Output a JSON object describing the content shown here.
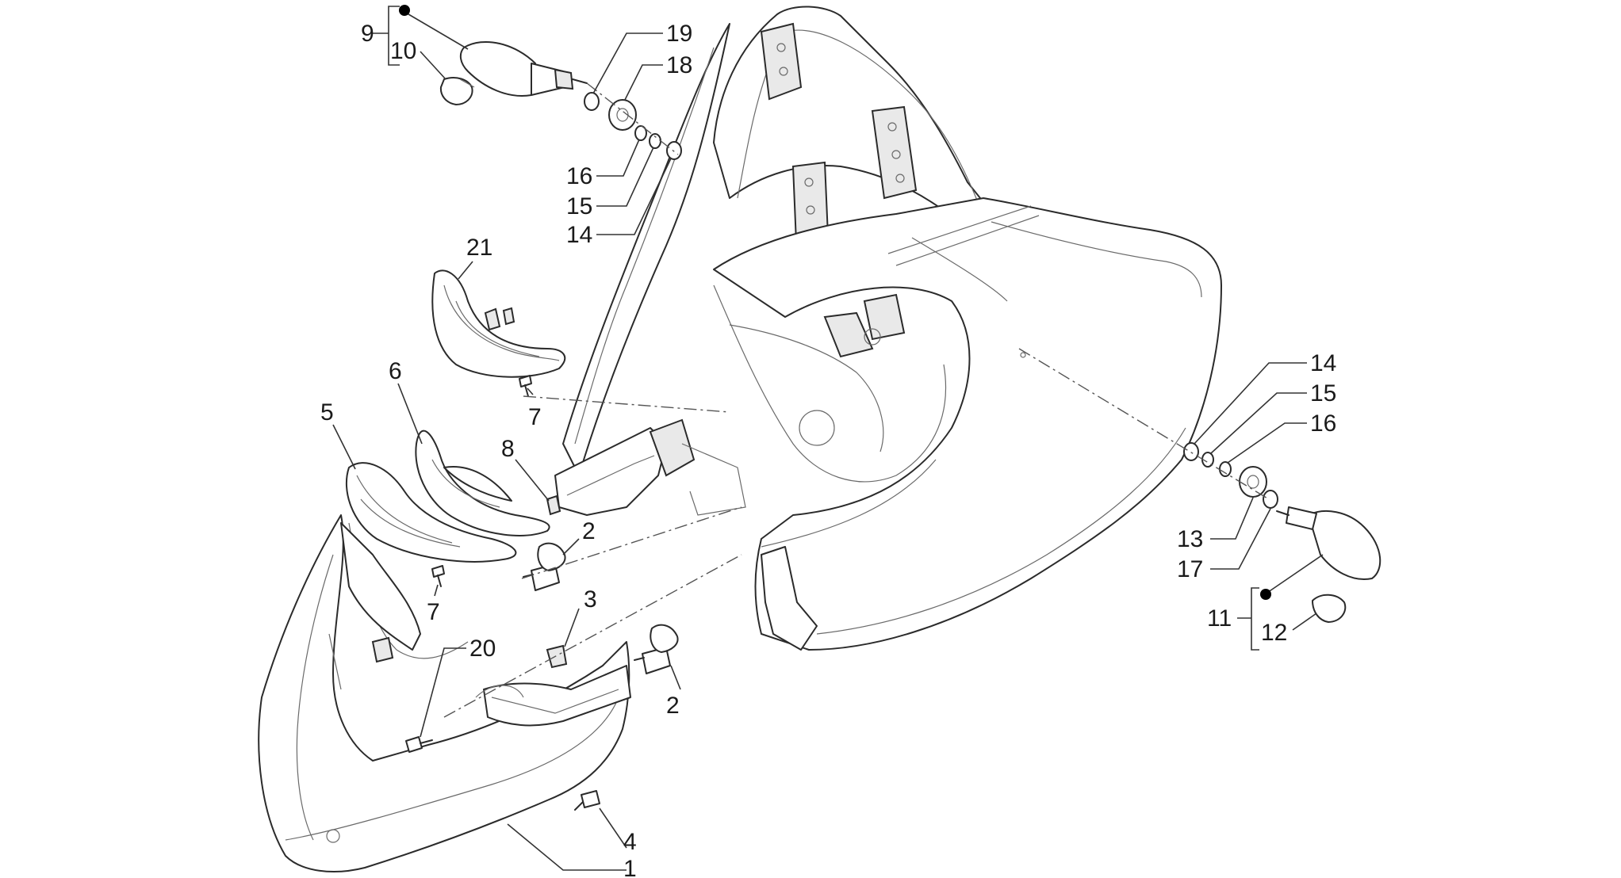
{
  "diagram": {
    "callouts": [
      {
        "id": "9",
        "text": "9"
      },
      {
        "id": "10",
        "text": "10"
      },
      {
        "id": "19",
        "text": "19"
      },
      {
        "id": "18",
        "text": "18"
      },
      {
        "id": "16a",
        "text": "16"
      },
      {
        "id": "15a",
        "text": "15"
      },
      {
        "id": "14a",
        "text": "14"
      },
      {
        "id": "21",
        "text": "21"
      },
      {
        "id": "6",
        "text": "6"
      },
      {
        "id": "5",
        "text": "5"
      },
      {
        "id": "7a",
        "text": "7"
      },
      {
        "id": "8",
        "text": "8"
      },
      {
        "id": "2a",
        "text": "2"
      },
      {
        "id": "7b",
        "text": "7"
      },
      {
        "id": "3",
        "text": "3"
      },
      {
        "id": "20",
        "text": "20"
      },
      {
        "id": "2b",
        "text": "2"
      },
      {
        "id": "4",
        "text": "4"
      },
      {
        "id": "1",
        "text": "1"
      },
      {
        "id": "14b",
        "text": "14"
      },
      {
        "id": "15b",
        "text": "15"
      },
      {
        "id": "16b",
        "text": "16"
      },
      {
        "id": "13",
        "text": "13"
      },
      {
        "id": "17",
        "text": "17"
      },
      {
        "id": "11",
        "text": "11"
      },
      {
        "id": "12",
        "text": "12"
      }
    ]
  }
}
